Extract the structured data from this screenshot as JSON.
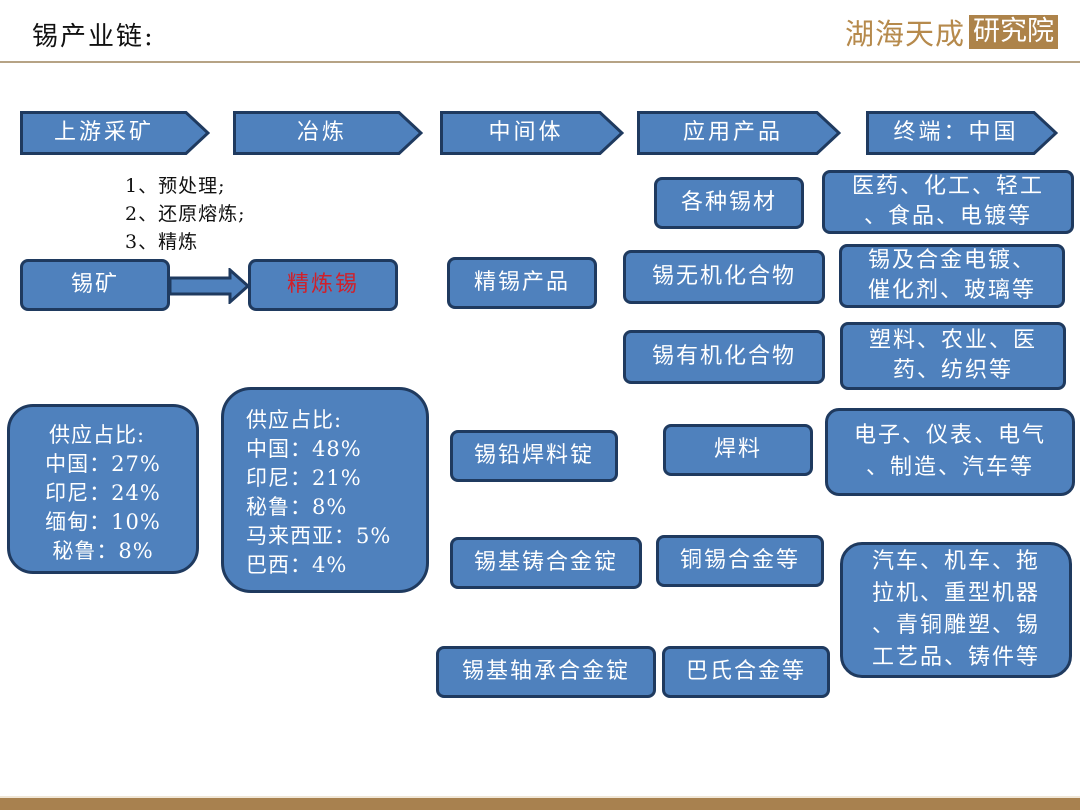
{
  "header": {
    "title": "锡产业链:",
    "logo_text": "湖海天成",
    "logo_badge": "研究院"
  },
  "colors": {
    "box_fill": "#4f81bd",
    "box_border": "#1f3a5f",
    "highlight_text": "#d0202a",
    "accent_gold": "#a8814f"
  },
  "stages": [
    {
      "label": "上游采矿"
    },
    {
      "label": "冶炼"
    },
    {
      "label": "中间体"
    },
    {
      "label": "应用产品"
    },
    {
      "label": "终端：中国"
    }
  ],
  "process_steps": [
    "1、预处理;",
    "2、还原熔炼;",
    "3、精炼"
  ],
  "nodes": {
    "tin_ore": "锡矿",
    "refined_tin": "精炼锡",
    "refined_tin_products": "精锡产品",
    "tin_lead_solder_ingot": "锡铅焊料锭",
    "tin_base_casting_alloy_ingot": "锡基铸合金锭",
    "tin_base_bearing_alloy_ingot": "锡基轴承合金锭",
    "tin_materials": "各种锡材",
    "inorganic_tin": "锡无机化合物",
    "organic_tin": "锡有机化合物",
    "solder": "焊料",
    "copper_tin_alloy": "铜锡合金等",
    "babbitt_alloy": "巴氏合金等"
  },
  "end_uses": {
    "materials": [
      "医药、化工、轻工",
      "、食品、电镀等"
    ],
    "inorganic": [
      "锡及合金电镀、",
      "催化剂、玻璃等"
    ],
    "organic": [
      "塑料、农业、医",
      "药、纺织等"
    ],
    "solder": [
      "电子、仪表、电气",
      "、制造、汽车等"
    ],
    "alloys": [
      "汽车、机车、拖",
      "拉机、重型机器",
      "、青铜雕塑、锡",
      "工艺品、铸件等"
    ]
  },
  "mining_supply": {
    "title": "供应占比:",
    "rows": [
      "中国：27%",
      "印尼：24%",
      "缅甸：10%",
      "秘鲁：8%"
    ]
  },
  "smelting_supply": {
    "title": "供应占比:",
    "rows": [
      "中国：48%",
      "印尼：21%",
      "秘鲁：8%",
      "马来西亚：5%",
      "巴西：4%"
    ]
  }
}
